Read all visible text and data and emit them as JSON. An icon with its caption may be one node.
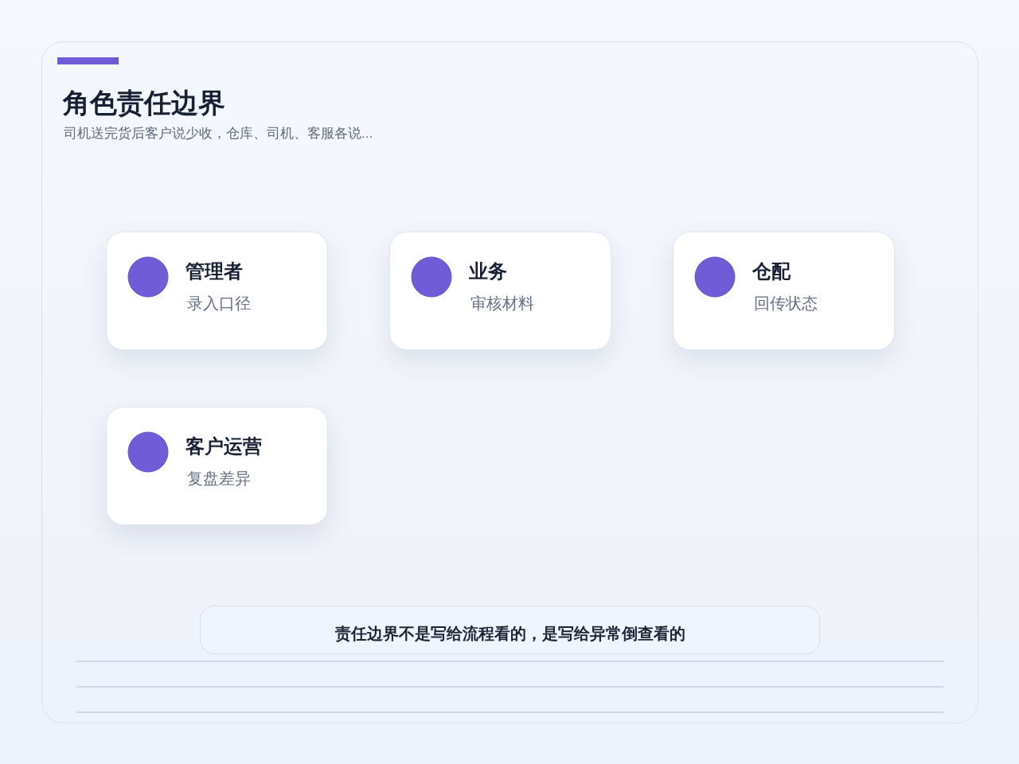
{
  "diagram": {
    "title": "角色责任边界",
    "nodes": [
      {
        "text": [
          "管理者",
          "录入口径"
        ]
      },
      {
        "text": [
          "业务",
          "审核材料"
        ]
      },
      {
        "text": [
          "仓配",
          "回传状态"
        ]
      },
      {
        "text": [
          "客户运营",
          "复盘差异"
        ]
      },
      {
        "text": [
          "责任边界不是写给流程看的，是写给异常倒查看的"
        ]
      }
    ],
    "labels": [
      "司机送完货后客户说少收，仓库、司机、客服各说..."
    ]
  }
}
